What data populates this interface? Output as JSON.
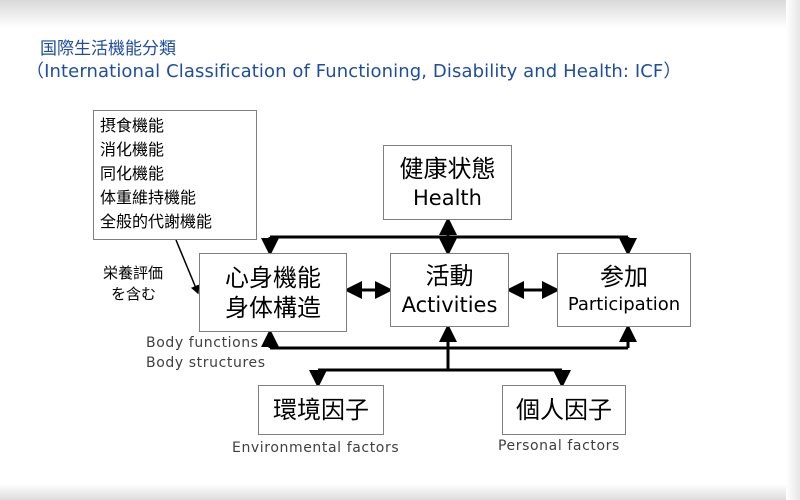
{
  "title": {
    "japanese": "国際生活機能分類",
    "english": "（International Classification of Functioning, Disability and Health: ICF）"
  },
  "function_list": {
    "items": [
      "摂食機能",
      "消化機能",
      "同化機能",
      "体重維持機能",
      "全般的代謝機能"
    ]
  },
  "side_note": {
    "line1": "栄養評価",
    "line2": "を含む"
  },
  "nodes": {
    "health": {
      "jp": "健康状態",
      "en": "Health"
    },
    "body": {
      "line1": "心身機能",
      "line2": "身体構造",
      "en1": "Body functions",
      "en2": "Body structures"
    },
    "activities": {
      "jp": "活動",
      "en": "Activities"
    },
    "participation": {
      "jp": "参加",
      "en": "Participation"
    },
    "environmental": {
      "jp": "環境因子",
      "en": "Environmental factors"
    },
    "personal": {
      "jp": "個人因子",
      "en": "Personal factors"
    }
  }
}
